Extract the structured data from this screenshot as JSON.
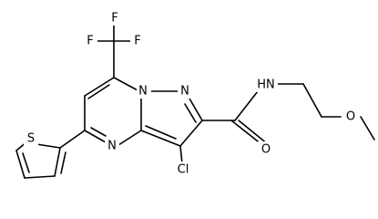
{
  "molecule": {
    "atoms": {
      "f1": "F",
      "f2": "F",
      "f3": "F",
      "n_bridge": "N",
      "n_pyrazole": "N",
      "n_pyrimidine": "N",
      "s_thiophene": "S",
      "cl": "Cl",
      "o_carbonyl": "O",
      "nh_amide": "HN",
      "o_ether": "O"
    }
  }
}
